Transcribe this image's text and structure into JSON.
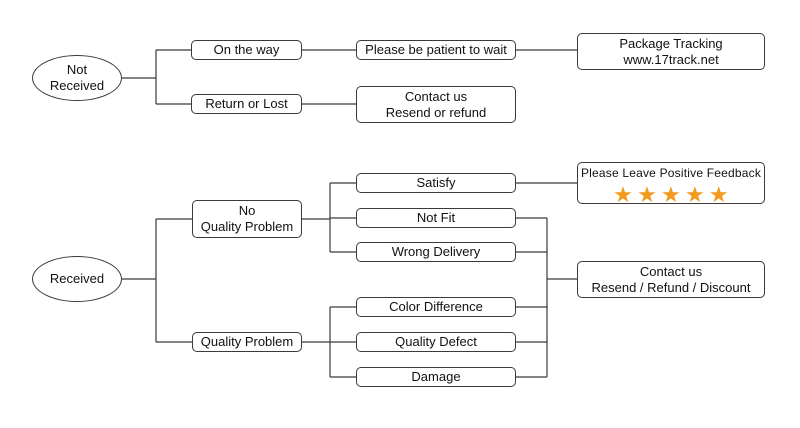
{
  "not_received": {
    "root": [
      "Not",
      "Received"
    ],
    "on_the_way": "On the way",
    "please_wait": "Please be patient to wait",
    "package_tracking": [
      "Package Tracking",
      "www.17track.net"
    ],
    "return_or_lost": "Return or Lost",
    "contact_resend": [
      "Contact us",
      "Resend or refund"
    ]
  },
  "received": {
    "root": "Received",
    "no_quality_problem": [
      "No",
      "Quality Problem"
    ],
    "quality_problem": "Quality Problem",
    "satisfy": "Satisfy",
    "not_fit": "Not Fit",
    "wrong_delivery": "Wrong Delivery",
    "color_difference": "Color Difference",
    "quality_defect": "Quality Defect",
    "damage": "Damage",
    "feedback": {
      "title": "Please Leave Positive Feedback",
      "rating": 5,
      "star_color": "#f39a1e"
    },
    "contact_discount": [
      "Contact us",
      "Resend / Refund / Discount"
    ]
  }
}
